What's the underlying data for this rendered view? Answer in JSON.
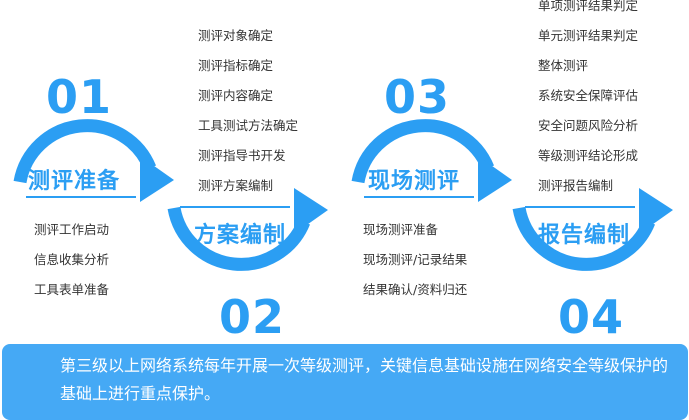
{
  "stages": [
    {
      "number": "01",
      "title": "测评准备",
      "items": [
        "测评工作启动",
        "信息收集分析",
        "工具表单准备"
      ]
    },
    {
      "number": "02",
      "title": "方案编制",
      "items": [
        "测评对象确定",
        "测评指标确定",
        "测评内容确定",
        "工具测试方法确定",
        "测评指导书开发",
        "测评方案编制"
      ]
    },
    {
      "number": "03",
      "title": "现场测评",
      "items": [
        "现场测评准备",
        "现场测评/记录结果",
        "结果确认/资料归还"
      ]
    },
    {
      "number": "04",
      "title": "报告编制",
      "items": [
        "单项测评结果判定",
        "单元测评结果判定",
        "整体测评",
        "系统安全保障评估",
        "安全问题风险分析",
        "等级测评结论形成",
        "测评报告编制"
      ]
    }
  ],
  "banner": {
    "text": "第三级以上网络系统每年开展一次等级测评，关键信息基础设施在网络安全等级保护的基础上进行重点保护。"
  },
  "colors": {
    "primary": "#2b9ef3",
    "banner": "#45a9f5",
    "text": "#333333"
  }
}
